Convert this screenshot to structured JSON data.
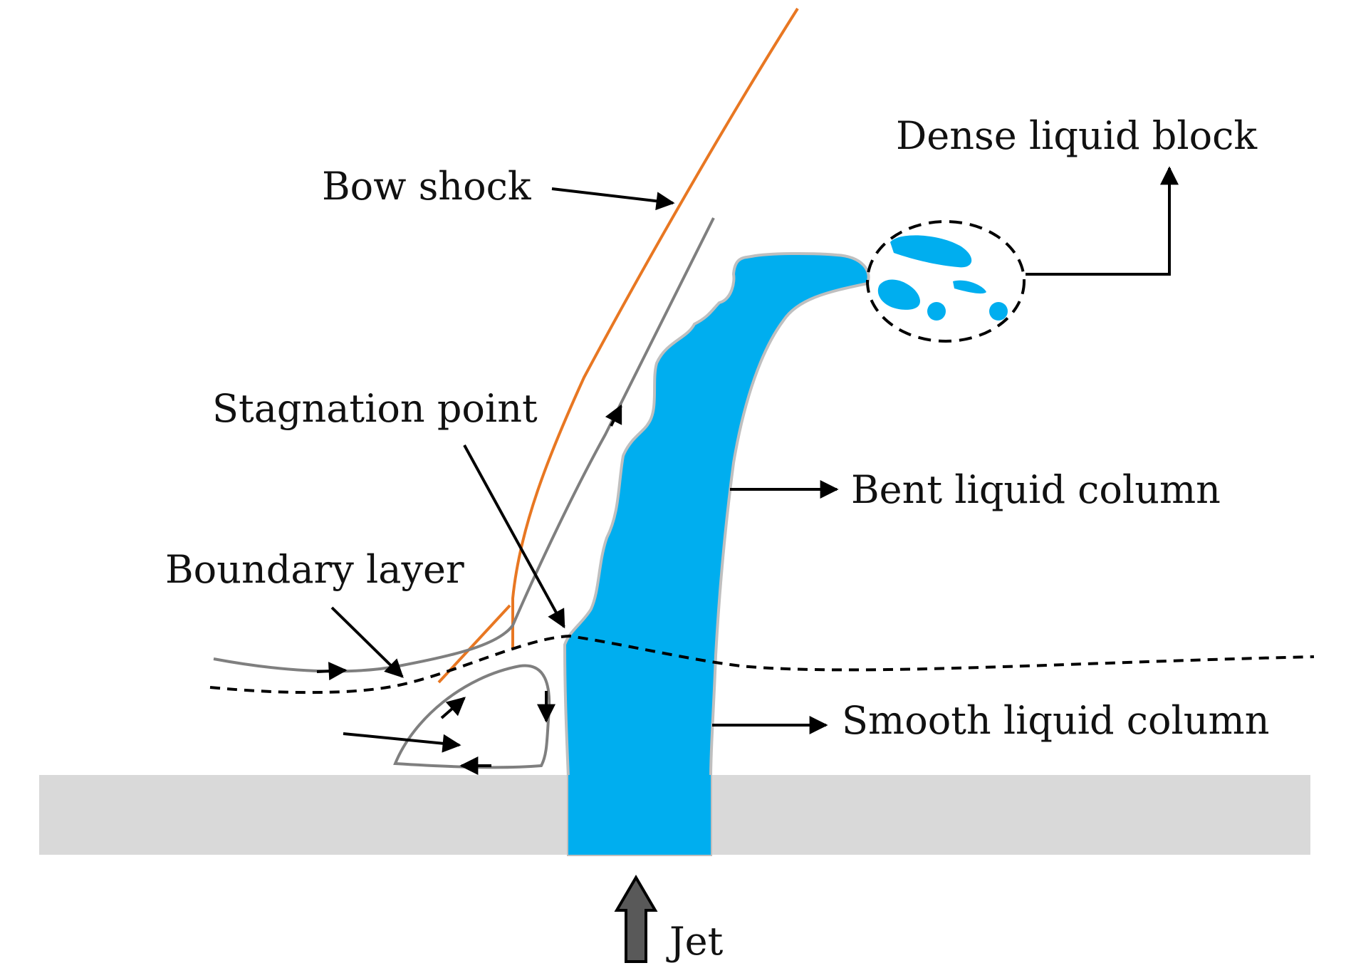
{
  "labels": {
    "dense_block": "Dense liquid block",
    "bow_shock": "Bow shock",
    "stagnation_point": "Stagnation point",
    "bent_column": "Bent liquid column",
    "boundary_layer": "Boundary layer",
    "smooth_column": "Smooth liquid column",
    "jet": "Jet"
  },
  "colors": {
    "liquid": "#00AEEF",
    "liquid_outline": "#BFBFBF",
    "bow_shock": "#E87722",
    "streamline": "#7F7F7F",
    "wall": "#D9D9D9",
    "jet_arrow": "#595959",
    "annotation": "#000000"
  }
}
